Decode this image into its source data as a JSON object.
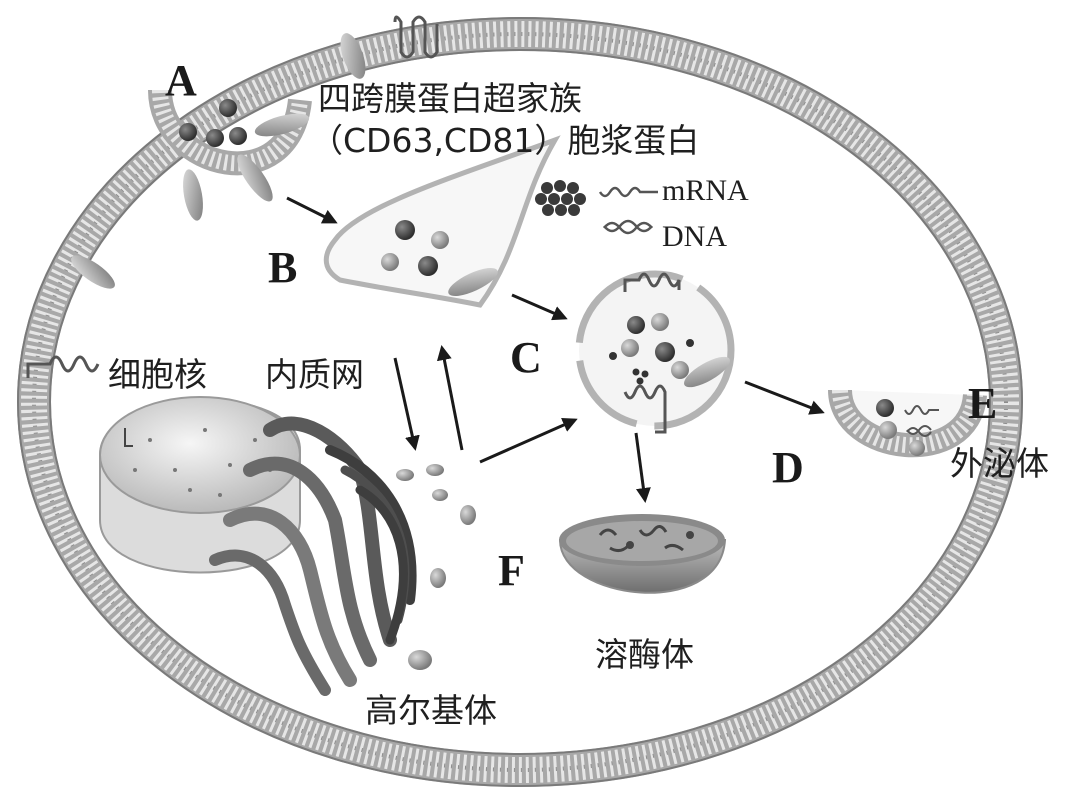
{
  "labels": {
    "A": "A",
    "B": "B",
    "C": "C",
    "D": "D",
    "E": "E",
    "F": "F",
    "tetraspanin_line1": "四跨膜蛋白超家族",
    "tetraspanin_line2": "（CD63,CD81）胞浆蛋白",
    "mrna": "mRNA",
    "dna": "DNA",
    "nucleus": "细胞核",
    "er": "内质网",
    "golgi": "高尔基体",
    "lysosome": "溶酶体",
    "exosome": "外泌体"
  }
}
